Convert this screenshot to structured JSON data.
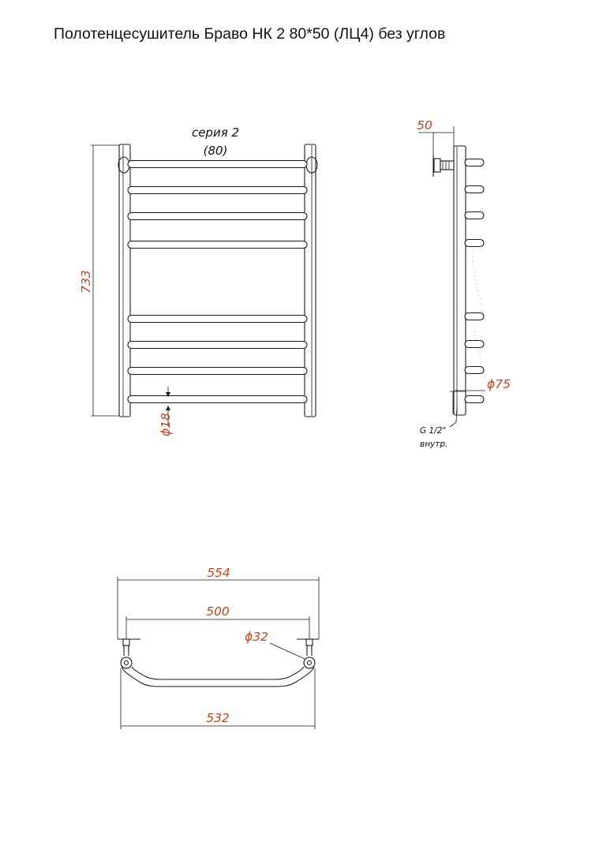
{
  "title": "Полотенцесушитель Браво НК 2 80*50 (ЛЦ4) без углов",
  "colors": {
    "line": "#1a1a1a",
    "dimension": "#c0461c",
    "text": "#111111"
  },
  "front_view": {
    "series_label": "серия 2",
    "series_size": "(80)",
    "height_label": "733",
    "tube_label": "ϕ18"
  },
  "side_view": {
    "depth_label": "50",
    "outlet_label": "ϕ75",
    "thread_label": "G 1/2\"",
    "thread_note": "внутр."
  },
  "top_view": {
    "overall_label": "554",
    "center_label": "500",
    "pipe_label": "ϕ32",
    "bottom_label": "532"
  }
}
